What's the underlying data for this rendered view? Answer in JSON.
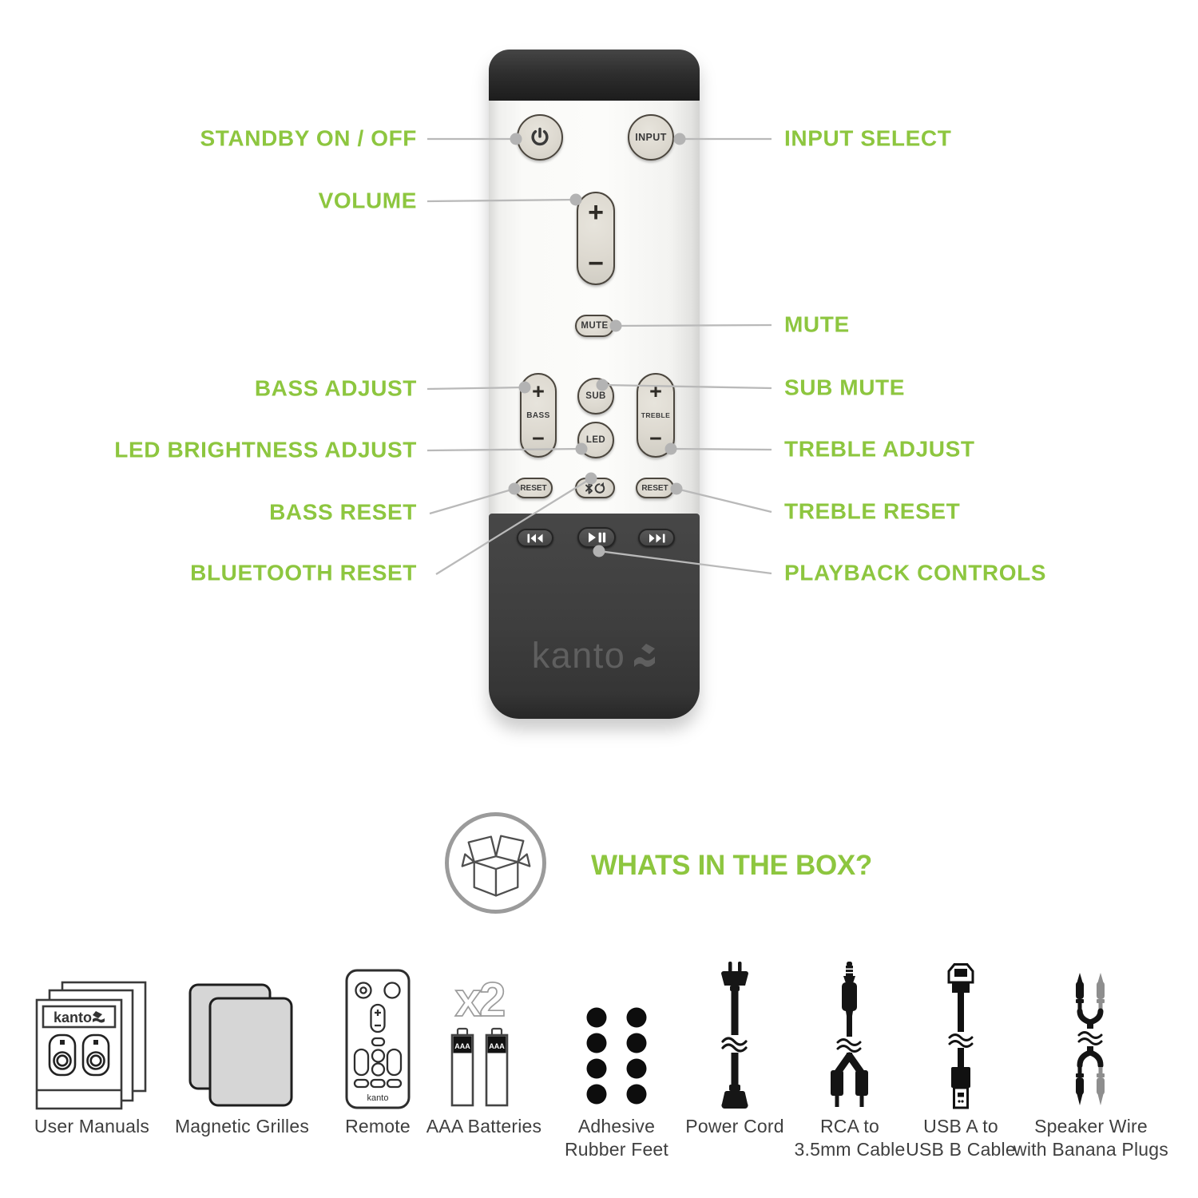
{
  "colors": {
    "accent_green": "#8dc63f",
    "leader_line": "#b9b9b9",
    "remote_cap": "#2c2c2c",
    "remote_body_white": "#f7f7f5",
    "remote_body_dark": "#3e3e3e",
    "button_fill": "#ddd9d0",
    "button_border": "#4b463e"
  },
  "remote": {
    "brand": "kanto",
    "buttons": {
      "power_icon": "power-symbol",
      "input": "INPUT",
      "volume_plus": "+",
      "volume_minus": "−",
      "mute": "MUTE",
      "bass_plus": "+",
      "bass_label": "BASS",
      "bass_minus": "−",
      "sub": "SUB",
      "treble_plus": "+",
      "treble_label": "TREBLE",
      "treble_minus": "−",
      "led": "LED",
      "bass_reset": "RESET",
      "treble_reset": "RESET"
    }
  },
  "callouts": {
    "left": [
      {
        "label": "STANDBY ON / OFF"
      },
      {
        "label": "VOLUME"
      },
      {
        "label": "BASS ADJUST"
      },
      {
        "label": "LED BRIGHTNESS ADJUST"
      },
      {
        "label": "BASS RESET"
      },
      {
        "label": "BLUETOOTH RESET"
      }
    ],
    "right": [
      {
        "label": "INPUT SELECT"
      },
      {
        "label": "MUTE"
      },
      {
        "label": "SUB MUTE"
      },
      {
        "label": "TREBLE ADJUST"
      },
      {
        "label": "TREBLE RESET"
      },
      {
        "label": "PLAYBACK CONTROLS"
      }
    ]
  },
  "box": {
    "heading": "WHATS IN THE BOX?",
    "items": [
      {
        "label": "User Manuals",
        "brand": "kanto"
      },
      {
        "label": "Magnetic Grilles"
      },
      {
        "label": "Remote",
        "brand": "kanto"
      },
      {
        "label": "AAA Batteries",
        "badge": "x2",
        "cell_text": "AAA"
      },
      {
        "label": "Adhesive\nRubber Feet"
      },
      {
        "label": "Power Cord"
      },
      {
        "label": "RCA to\n3.5mm Cable"
      },
      {
        "label": "USB A to\nUSB B Cable"
      },
      {
        "label": "Speaker Wire\nwith Banana Plugs"
      }
    ]
  }
}
